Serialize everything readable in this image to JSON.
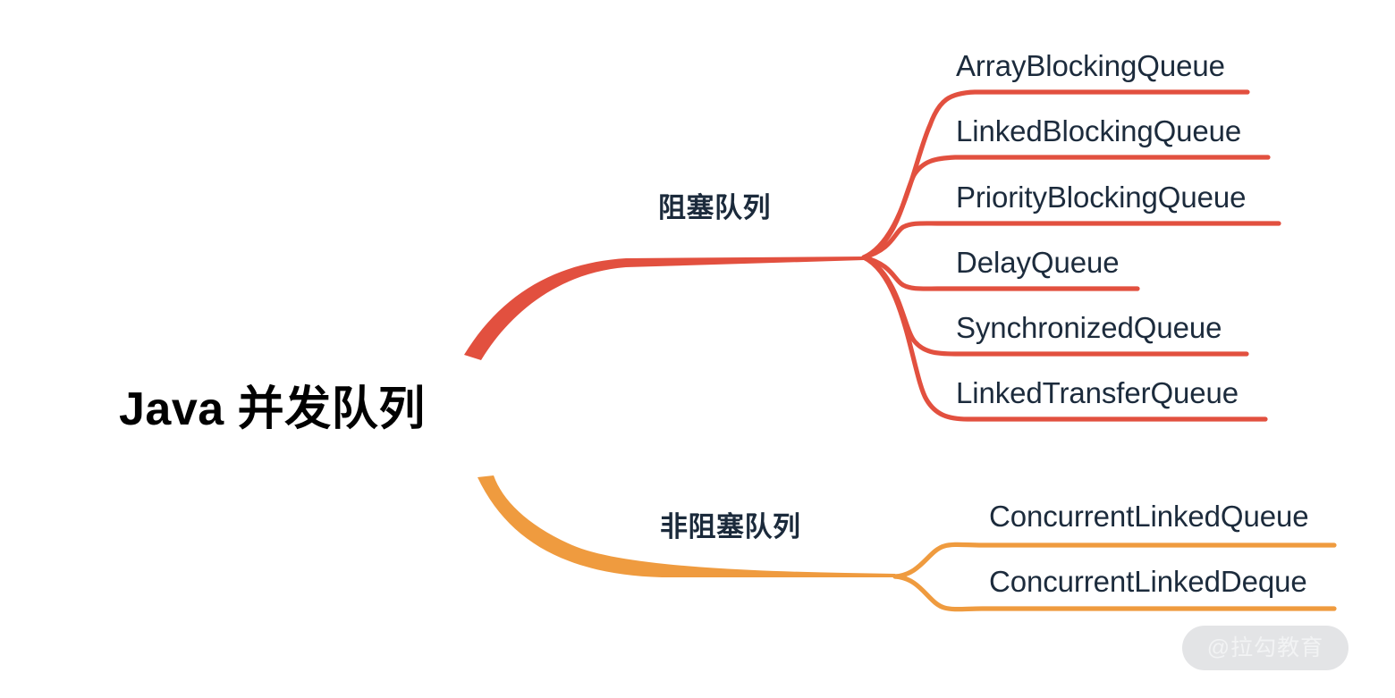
{
  "diagram": {
    "type": "mindmap",
    "background": "#ffffff",
    "root": {
      "label": "Java 并发队列",
      "color": "#010101"
    },
    "branches": [
      {
        "label": "阻塞队列",
        "color": "#e2503f",
        "leaves": [
          {
            "label": "ArrayBlockingQueue"
          },
          {
            "label": "LinkedBlockingQueue"
          },
          {
            "label": "PriorityBlockingQueue"
          },
          {
            "label": "DelayQueue"
          },
          {
            "label": "SynchronizedQueue"
          },
          {
            "label": "LinkedTransferQueue"
          }
        ]
      },
      {
        "label": "非阻塞队列",
        "color": "#ef9b3f",
        "leaves": [
          {
            "label": "ConcurrentLinkedQueue"
          },
          {
            "label": "ConcurrentLinkedDeque"
          }
        ]
      }
    ],
    "leaf_text_color": "#1c2b3c",
    "branch_text_color": "#1b2a3b"
  },
  "watermark": {
    "text": "@拉勾教育",
    "pill_color": "#e3e4e6",
    "text_color": "#f2f3f4"
  }
}
